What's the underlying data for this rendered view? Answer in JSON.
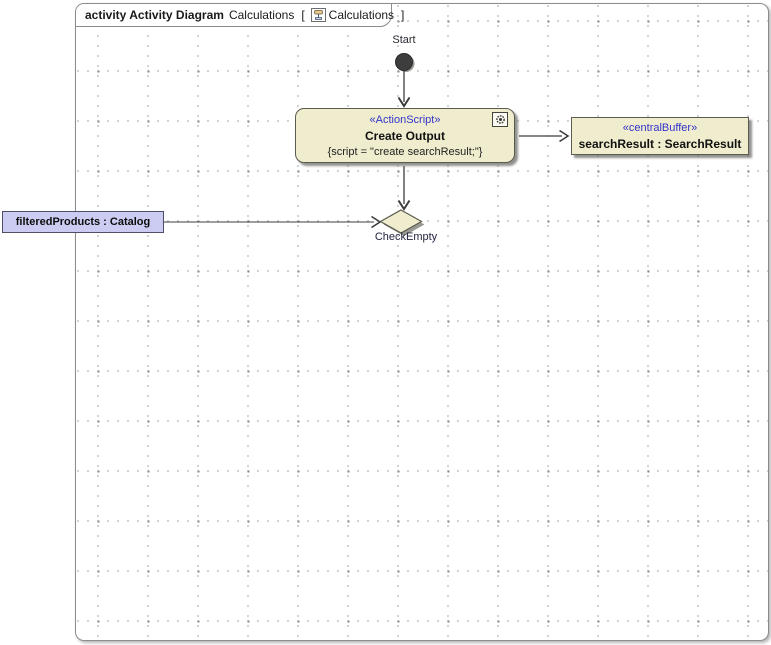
{
  "header": {
    "keyword_title": "activity Activity Diagram",
    "diagram_name": "Calculations",
    "bracket_open": "[",
    "context_icon": "activity-diagram-icon",
    "context_name": "Calculations",
    "bracket_close": "]"
  },
  "nodes": {
    "start": {
      "label": "Start"
    },
    "action": {
      "stereotype": "«ActionScript»",
      "name": "Create Output",
      "script": "{script = \"create searchResult;\"}",
      "icon": "script-behavior-icon"
    },
    "buffer": {
      "stereotype": "«centralBuffer»",
      "name": "searchResult : SearchResult"
    },
    "decision": {
      "label": "CheckEmpty"
    },
    "object_label": {
      "name": "filteredProducts : Catalog"
    }
  },
  "colors": {
    "node_fill": "#efedcd",
    "node_border": "#5b5b4f",
    "stereotype_text": "#3333cc",
    "object_label_fill": "#ccccf2",
    "edge": "#3d3d3d",
    "grid_dot": "#ababab",
    "frame_border": "#8c8c8c",
    "start_node_fill": "#3d3d3d"
  }
}
